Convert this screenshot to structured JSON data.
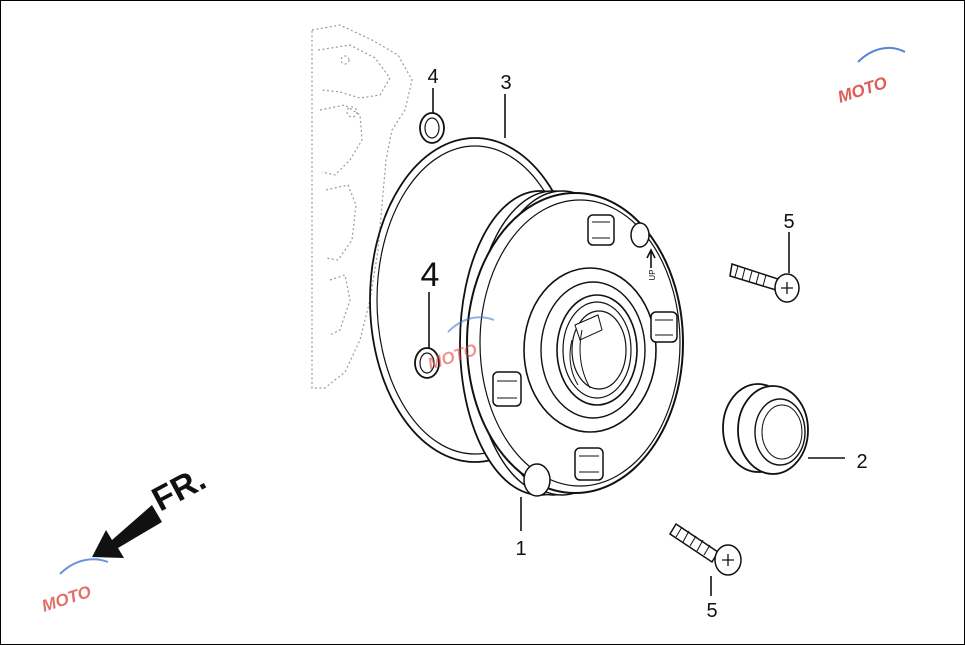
{
  "diagram": {
    "callouts": [
      {
        "id": "c1",
        "label": "1"
      },
      {
        "id": "c2",
        "label": "2"
      },
      {
        "id": "c3",
        "label": "3"
      },
      {
        "id": "c4a",
        "label": "4"
      },
      {
        "id": "c4b",
        "label": "4"
      },
      {
        "id": "c5a",
        "label": "5"
      },
      {
        "id": "c5b",
        "label": "5"
      }
    ],
    "direction_label": "FR.",
    "hub_marking": "UP",
    "watermark": "MOTO"
  },
  "colors": {
    "line": "#111111",
    "dotted": "#9a9a9a",
    "watermark_red": "#d9403a",
    "watermark_blue": "#3b6fd1"
  }
}
